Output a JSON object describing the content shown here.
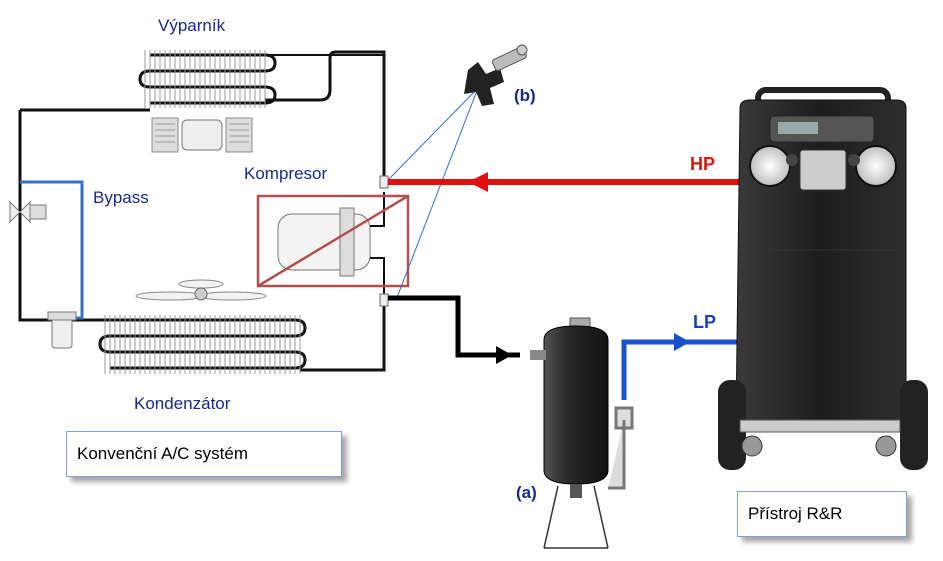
{
  "labels": {
    "evaporator": "Výparník",
    "bypass": "Bypass",
    "compressor": "Kompresor",
    "condenser": "Kondenzátor",
    "hp": "HP",
    "lp": "LP",
    "part_a": "(a)",
    "part_b": "(b)"
  },
  "boxes": {
    "conventional": "Konvenční A/C systém",
    "machine": "Přístroj R&R"
  },
  "colors": {
    "hp_line": "#e01010",
    "lp_line": "#1a4fd0",
    "pipe": "#111111",
    "bypass": "#3a6fbf",
    "cross_box": "#b05050"
  }
}
